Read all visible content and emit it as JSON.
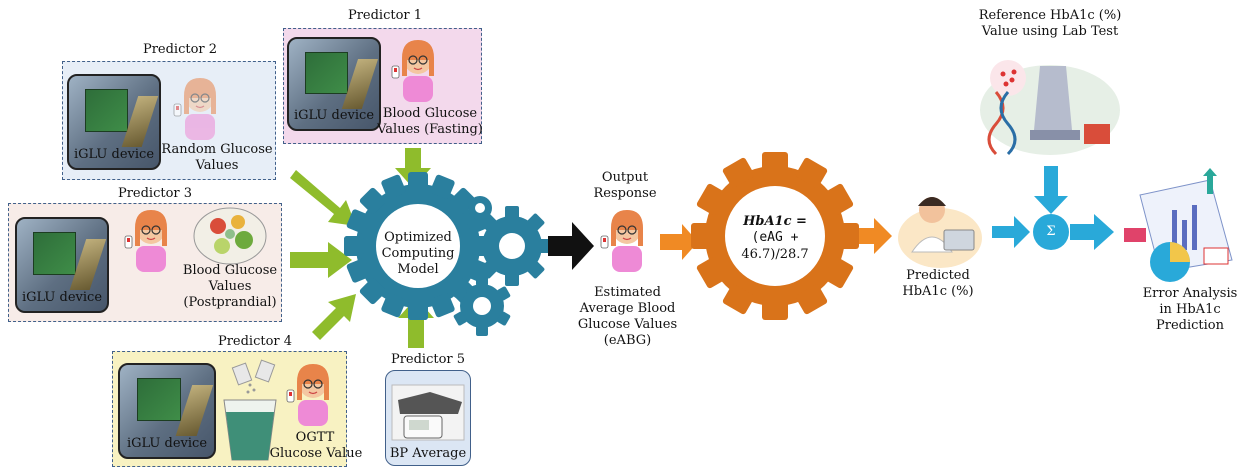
{
  "predictors": {
    "p1": {
      "title": "Predictor 1",
      "device": "iGLU device",
      "value_l1": "Blood Glucose",
      "value_l2": "Values (Fasting)"
    },
    "p2": {
      "title": "Predictor 2",
      "device": "iGLU device",
      "value_l1": "Random Glucose",
      "value_l2": "Values"
    },
    "p3": {
      "title": "Predictor 3",
      "device": "iGLU device",
      "value_l1": "Blood Glucose",
      "value_l2": "Values",
      "value_l3": "(Postprandial)"
    },
    "p4": {
      "title": "Predictor 4",
      "device": "iGLU device",
      "value_l1": "OGTT",
      "value_l2": "Glucose Value"
    },
    "p5": {
      "title": "Predictor 5",
      "device": "BP Average"
    }
  },
  "model": {
    "l1": "Optimized",
    "l2": "Computing",
    "l3": "Model"
  },
  "output": {
    "r1": "Output",
    "r2": "Response",
    "e1": "Estimated",
    "e2": "Average Blood",
    "e3": "Glucose Values",
    "e4": "(eABG)"
  },
  "formula": {
    "l1": "HbA1c =",
    "l2": "(eAG +",
    "l3": "46.7)/28.7"
  },
  "predicted": {
    "l1": "Predicted",
    "l2": "HbA1c (%)"
  },
  "reference": {
    "l1": "Reference HbA1c (%)",
    "l2": "Value using Lab Test"
  },
  "sum_symbol": "Σ",
  "error": {
    "l1": "Error Analysis",
    "l2": "in HbA1c",
    "l3": "Prediction"
  },
  "colors": {
    "arrow_green": "#8fbc2c",
    "gear_blue": "#2a7f9e",
    "gear_orange": "#d9731a",
    "arrow_orange": "#f08a24",
    "arrow_cyan": "#29a9d9",
    "box_border": "#41608a"
  }
}
